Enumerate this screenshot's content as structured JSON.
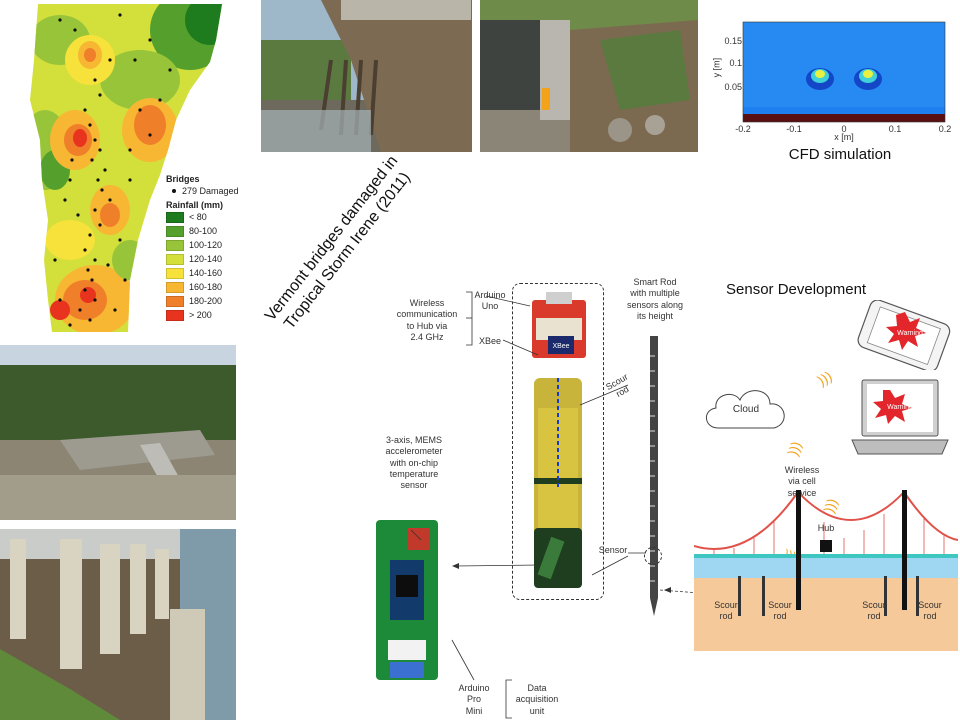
{
  "map": {
    "legend_title_bridges": "Bridges",
    "legend_damaged": "279 Damaged",
    "legend_title_rainfall": "Rainfall (mm)",
    "rainfall_classes": [
      {
        "label": "< 80",
        "color": "#1e7b1e"
      },
      {
        "label": "80-100",
        "color": "#55a02d"
      },
      {
        "label": "100-120",
        "color": "#98c43a"
      },
      {
        "label": "120-140",
        "color": "#d3e03c"
      },
      {
        "label": "140-160",
        "color": "#f6e23a"
      },
      {
        "label": "160-180",
        "color": "#f7b733"
      },
      {
        "label": "180-200",
        "color": "#f07f2a"
      },
      {
        "label": "> 200",
        "color": "#e8341f"
      }
    ]
  },
  "rotated_caption": {
    "line1": "Vermont bridges damaged in",
    "line2": "Tropical Storm Irene (2011)"
  },
  "cfd": {
    "caption": "CFD simulation",
    "y_label": "y [m]",
    "x_label": "x [m]",
    "y_ticks": [
      "0.15",
      "0.1",
      "0.05"
    ],
    "x_ticks": [
      "-0.2",
      "-0.1",
      "0",
      "0.1",
      "0.2"
    ]
  },
  "sensor_development": {
    "heading": "Sensor Development",
    "wireless_comm": [
      "Wireless",
      "communication",
      "to Hub via",
      "2.4 GHz"
    ],
    "arduino_uno": [
      "Arduino",
      "Uno"
    ],
    "xbee": "XBee",
    "smart_rod": [
      "Smart Rod",
      "with multiple",
      "sensors along",
      "its height"
    ],
    "scour_rod_top": [
      "Scour",
      "rod"
    ],
    "sensor": "Sensor",
    "accelerometer": [
      "3-axis, MEMS",
      "accelerometer",
      "with on-chip",
      "temperature",
      "sensor"
    ],
    "arduino_pro_mini": [
      "Arduino",
      "Pro",
      "Mini"
    ],
    "data_acq": [
      "Data",
      "acquisition",
      "unit"
    ],
    "board_text": "XBee"
  },
  "network": {
    "cloud": "Cloud",
    "warning_phone": "Warning",
    "warning_laptop": "Warning",
    "wireless_cell": [
      "Wireless",
      "via cell",
      "service"
    ],
    "hub": "Hub",
    "scour_rods": [
      [
        "Scour",
        "rod"
      ],
      [
        "Scour",
        "rod"
      ],
      [
        "Scour",
        "rod"
      ],
      [
        "Scour",
        "rod"
      ]
    ]
  }
}
